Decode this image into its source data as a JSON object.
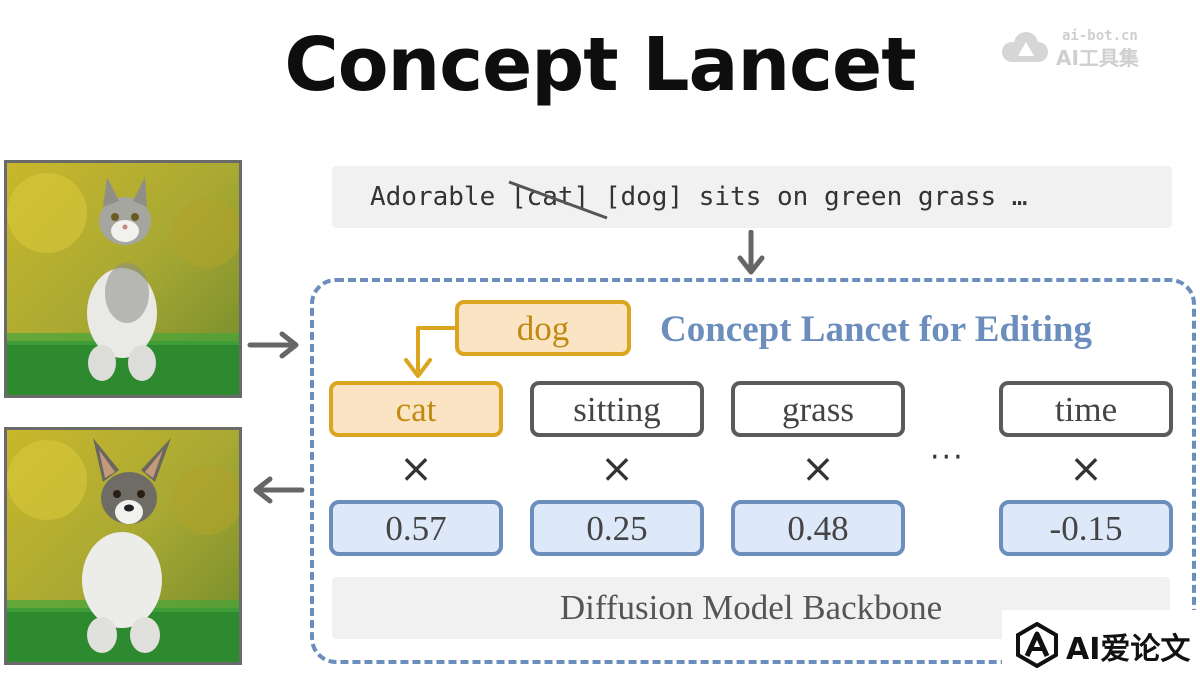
{
  "title": "Concept Lancet",
  "watermark": {
    "domain": "ai-bot.cn",
    "name": "AI工具集",
    "icon": "cloud-logo-icon"
  },
  "prompt": {
    "before": "Adorable ",
    "struck": "[cat]",
    "after": " [dog] sits on green grass …"
  },
  "panel": {
    "subtitle": "Concept Lancet for Editing",
    "replacement": "dog",
    "concepts": [
      {
        "label": "cat",
        "weight": "0.57",
        "highlight": true
      },
      {
        "label": "sitting",
        "weight": "0.25",
        "highlight": false
      },
      {
        "label": "grass",
        "weight": "0.48",
        "highlight": false
      },
      {
        "label": "time",
        "weight": "-0.15",
        "highlight": false
      }
    ],
    "multiply": "×",
    "ellipsis": "···",
    "backbone": "Diffusion Model Backbone"
  },
  "images": {
    "input": "kitten-on-grass-photo",
    "output": "puppy-on-grass-photo"
  },
  "footer_logo": {
    "text": "AI爱论文",
    "icon": "a-hexagon-logo-icon"
  },
  "colors": {
    "frame": "#6b8ebd",
    "highlight_border": "#dba520",
    "highlight_fill": "#fbe4c4",
    "weight_fill": "#dde8f8",
    "token_border": "#5b5b5b"
  }
}
